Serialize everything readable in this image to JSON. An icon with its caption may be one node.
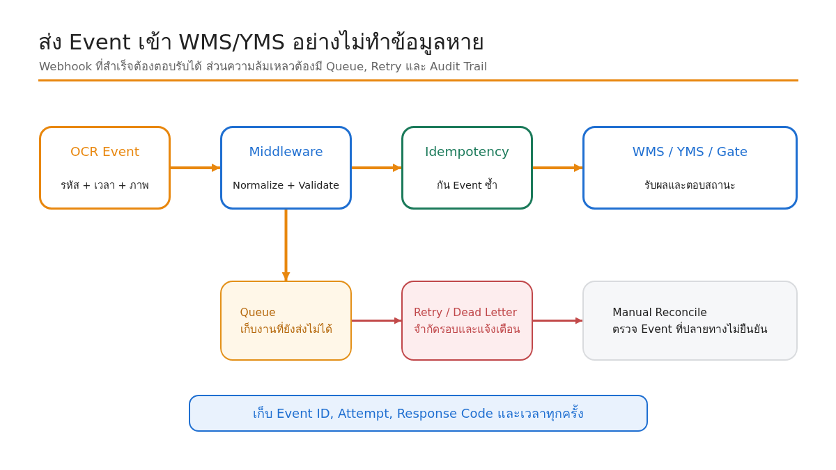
{
  "diagram": {
    "title": "ส่ง Event เข้า WMS/YMS อย่างไม่ทำข้อมูลหาย",
    "nodes": [
      {
        "text": [
          "OCR Event",
          "รหัส + เวลา + ภาพ"
        ]
      },
      {
        "text": [
          "Middleware",
          "Normalize + Validate"
        ]
      },
      {
        "text": [
          "Idempotency",
          "กัน Event ซ้ำ"
        ]
      },
      {
        "text": [
          "WMS / YMS / Gate",
          "รับผลและตอบสถานะ"
        ]
      },
      {
        "text": [
          "Queue",
          "เก็บงานที่ยังส่งไม่ได้"
        ]
      },
      {
        "text": [
          "Retry / Dead Letter",
          "จำกัดรอบและแจ้งเตือน"
        ]
      },
      {
        "text": [
          "Manual Reconcile",
          "ตรวจ Event ที่ปลายทางไม่ยืนยัน"
        ]
      },
      {
        "text": [
          "เก็บ Event ID, Attempt, Response Code และเวลาทุกครั้ง"
        ]
      }
    ],
    "edges": [
      {
        "from": 0,
        "to": 1,
        "arrow": "to"
      },
      {
        "from": 1,
        "to": 2,
        "arrow": "to"
      },
      {
        "from": 2,
        "to": 3,
        "arrow": "to"
      },
      {
        "from": 1,
        "to": 4,
        "arrow": "to"
      },
      {
        "from": 4,
        "to": 5,
        "arrow": "to",
        "color": "#c24a4a"
      },
      {
        "from": 5,
        "to": 6,
        "arrow": "to",
        "color": "#c24a4a"
      }
    ],
    "labels": [
      "Webhook ที่สำเร็จต้องตอบรับได้ ส่วนความล้มเหลวต้องมี Queue, Retry และ Audit Trail"
    ]
  }
}
